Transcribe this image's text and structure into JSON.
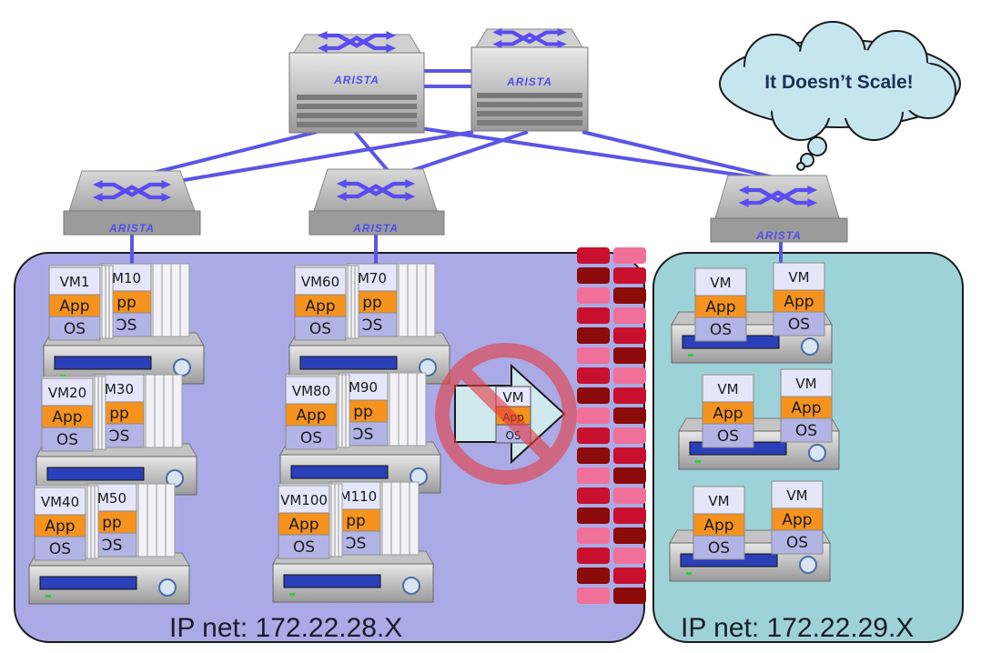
{
  "subnets": [
    {
      "label": "IP net: 172.22.28.X"
    },
    {
      "label": "IP net: 172.22.29.X"
    }
  ],
  "switch_brand": "ARISTA",
  "thought_bubble": "It Doesn’t Scale!",
  "layers": {
    "app": "App",
    "app_partial": "pp",
    "os": "OS",
    "os_partial": "ƆS"
  },
  "servers_left": [
    {
      "front_vm": "VM1",
      "back_vm": "M10"
    },
    {
      "front_vm": "VM20",
      "back_vm": "M30"
    },
    {
      "front_vm": "VM40",
      "back_vm": "M50"
    },
    {
      "front_vm": "VM60",
      "back_vm": "M70"
    },
    {
      "front_vm": "VM80",
      "back_vm": "M90"
    },
    {
      "front_vm": "VM100",
      "back_vm": "’M110"
    }
  ],
  "servers_right_vm": "VM",
  "migrating_vm": {
    "vm": "VM",
    "app": "App",
    "os": "OS"
  },
  "colors": {
    "left_subnet_fill": "#aaabe6",
    "right_subnet_fill": "#9dd3d8",
    "app_orange": "#f5931e",
    "os_lavender": "#b3b4e6",
    "link_blue": "#5b55e6",
    "firewall_red": "#c8102e",
    "firewall_dark": "#8b0a0a",
    "firewall_pink": "#f0709a",
    "bubble_fill": "#c6e6ef",
    "no_sign_red": "#e53a40"
  }
}
